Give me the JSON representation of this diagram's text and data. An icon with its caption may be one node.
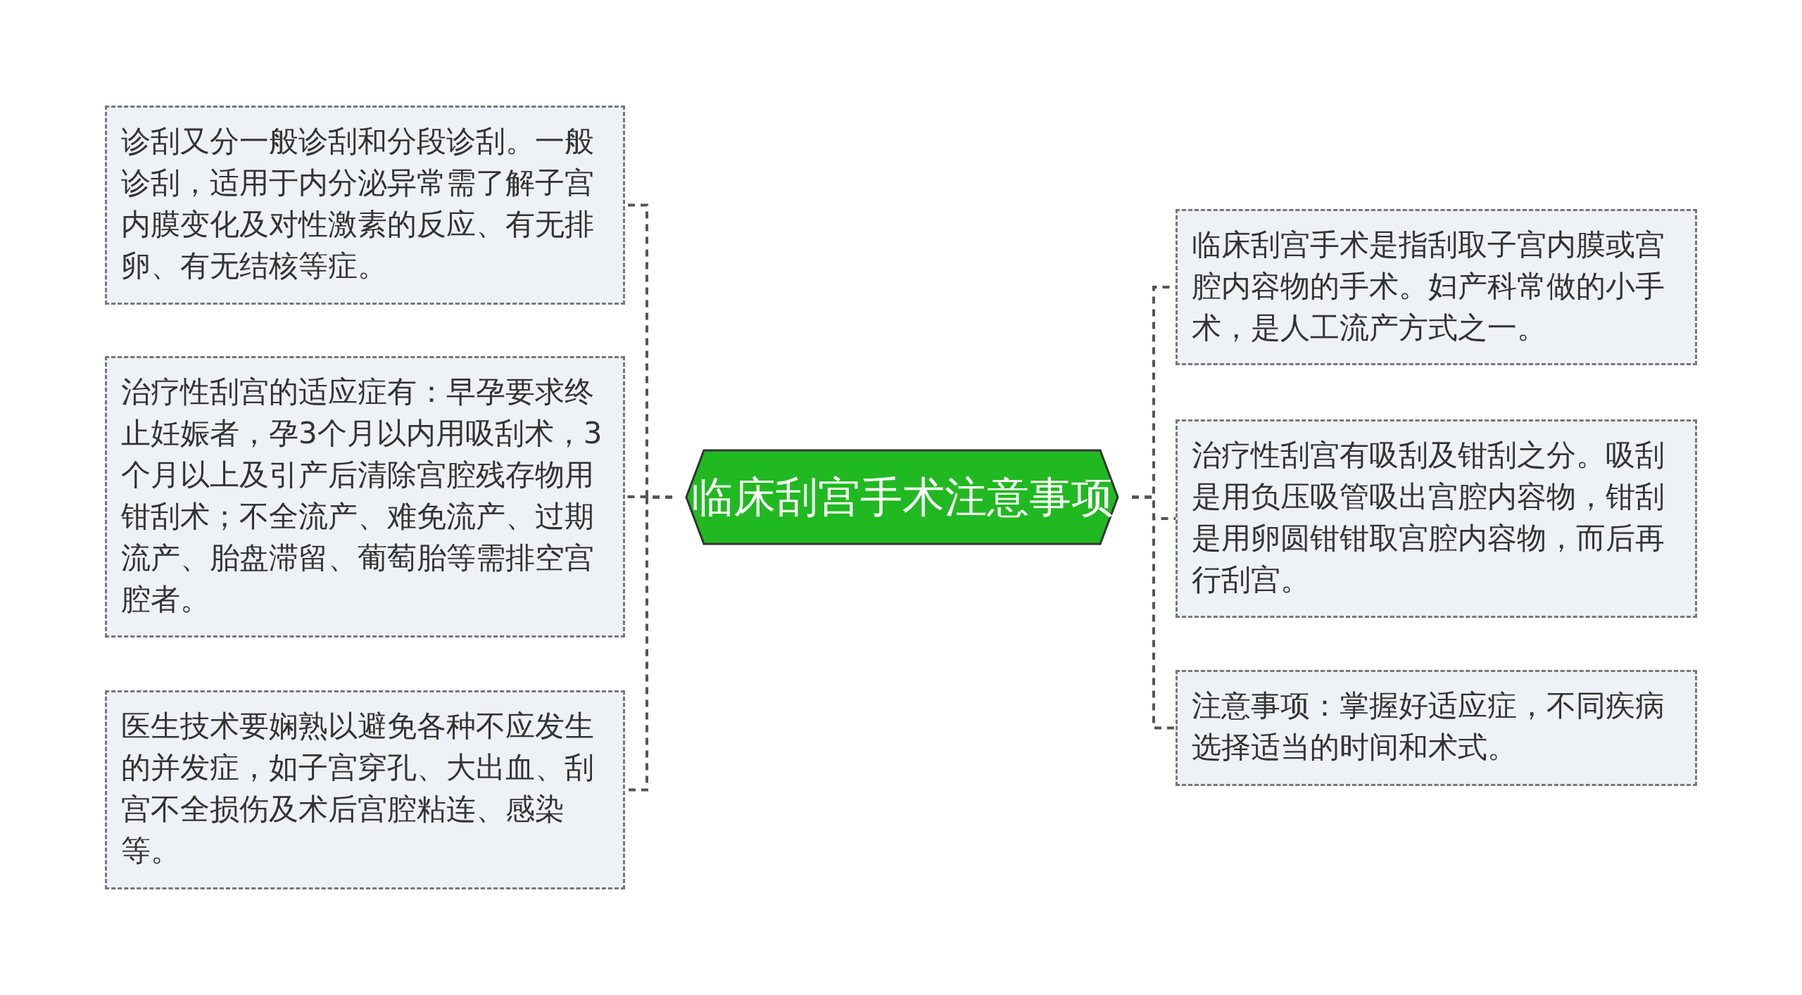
{
  "diagram": {
    "nodes": [
      {
        "text": [
          "临床刮宫手术注意事项"
        ]
      },
      {
        "text": [
          "诊刮又分一般诊刮和分段诊刮。一般诊刮，适用于内分泌异常需了解子宫内膜变化及对性激素的反应、有无排卵、有无结核等症。"
        ]
      },
      {
        "text": [
          "治疗性刮宫的适应症有：早孕要求终止妊娠者，孕3个月以内用吸刮术，3个月以上及引产后清除宫腔残存物用钳刮术；不全流产、难免流产、过期流产、胎盘滞留、葡萄胎等需排空宫腔者。"
        ]
      },
      {
        "text": [
          "医生技术要娴熟以避免各种不应发生的并发症，如子宫穿孔、大出血、刮宫不全损伤及术后宫腔粘连、感染等。"
        ]
      },
      {
        "text": [
          "临床刮宫手术是指刮取子宫内膜或宫腔内容物的手术。妇产科常做的小手术，是人工流产方式之一。"
        ]
      },
      {
        "text": [
          "治疗性刮宫有吸刮及钳刮之分。吸刮是用负压吸管吸出宫腔内容物，钳刮是用卵圆钳钳取宫腔内容物，而后再行刮宫。"
        ]
      },
      {
        "text": [
          "注意事项：掌握好适应症，不同疾病选择适当的时间和术式。"
        ]
      }
    ],
    "edges": [
      {
        "from": 0,
        "to": 1,
        "arrow": "none",
        "style": "dashed"
      },
      {
        "from": 0,
        "to": 2,
        "arrow": "none",
        "style": "dashed"
      },
      {
        "from": 0,
        "to": 3,
        "arrow": "none",
        "style": "dashed"
      },
      {
        "from": 0,
        "to": 4,
        "arrow": "none",
        "style": "dashed"
      },
      {
        "from": 0,
        "to": 5,
        "arrow": "none",
        "style": "dashed"
      },
      {
        "from": 0,
        "to": 6,
        "arrow": "none",
        "style": "dashed"
      }
    ]
  }
}
